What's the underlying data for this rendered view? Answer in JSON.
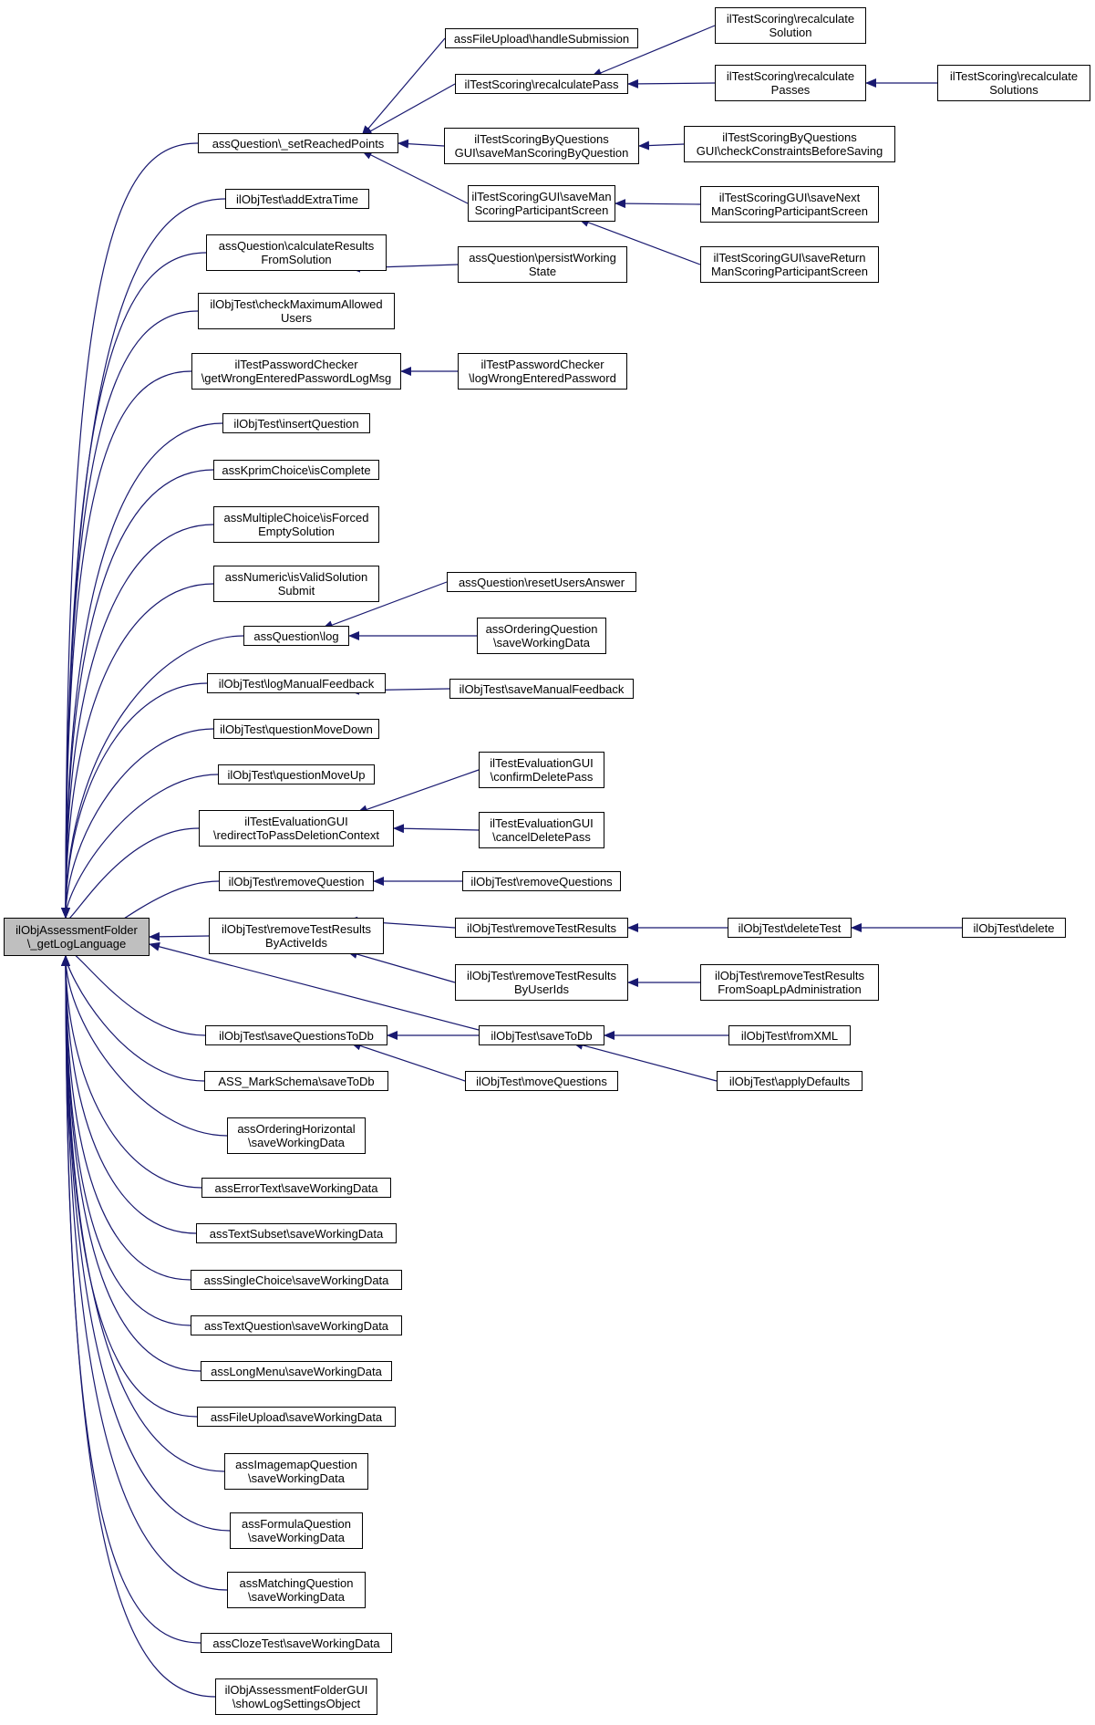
{
  "diagram": {
    "type": "call-graph",
    "edge_color": "#191970",
    "root_fill": "#bfbfbf",
    "nodes": [
      {
        "id": "root",
        "lines": [
          "ilObjAssessmentFolder",
          "\\_getLogLanguage"
        ],
        "root": true
      },
      {
        "id": "setReached",
        "lines": [
          "assQuestion\\_setReachedPoints"
        ]
      },
      {
        "id": "addExtraTime",
        "lines": [
          "ilObjTest\\addExtraTime"
        ]
      },
      {
        "id": "calcResults",
        "lines": [
          "assQuestion\\calculateResults",
          "FromSolution"
        ]
      },
      {
        "id": "checkMaxUsers",
        "lines": [
          "ilObjTest\\checkMaximumAllowed",
          "Users"
        ]
      },
      {
        "id": "getWrongPwd",
        "lines": [
          "ilTestPasswordChecker",
          "\\getWrongEnteredPasswordLogMsg"
        ]
      },
      {
        "id": "insertQuestion",
        "lines": [
          "ilObjTest\\insertQuestion"
        ]
      },
      {
        "id": "kprim",
        "lines": [
          "assKprimChoice\\isComplete"
        ]
      },
      {
        "id": "multiForced",
        "lines": [
          "assMultipleChoice\\isForced",
          "EmptySolution"
        ]
      },
      {
        "id": "numericValid",
        "lines": [
          "assNumeric\\isValidSolution",
          "Submit"
        ]
      },
      {
        "id": "qlog",
        "lines": [
          "assQuestion\\log"
        ]
      },
      {
        "id": "logManualFb",
        "lines": [
          "ilObjTest\\logManualFeedback"
        ]
      },
      {
        "id": "moveDown",
        "lines": [
          "ilObjTest\\questionMoveDown"
        ]
      },
      {
        "id": "moveUp",
        "lines": [
          "ilObjTest\\questionMoveUp"
        ]
      },
      {
        "id": "redirectPass",
        "lines": [
          "ilTestEvaluationGUI",
          "\\redirectToPassDeletionContext"
        ]
      },
      {
        "id": "removeQuestion",
        "lines": [
          "ilObjTest\\removeQuestion"
        ]
      },
      {
        "id": "removeTRByActive",
        "lines": [
          "ilObjTest\\removeTestResults",
          "ByActiveIds"
        ]
      },
      {
        "id": "saveQToDb",
        "lines": [
          "ilObjTest\\saveQuestionsToDb"
        ]
      },
      {
        "id": "markSchema",
        "lines": [
          "ASS_MarkSchema\\saveToDb"
        ]
      },
      {
        "id": "orderingH",
        "lines": [
          "assOrderingHorizontal",
          "\\saveWorkingData"
        ]
      },
      {
        "id": "errorText",
        "lines": [
          "assErrorText\\saveWorkingData"
        ]
      },
      {
        "id": "textSubset",
        "lines": [
          "assTextSubset\\saveWorkingData"
        ]
      },
      {
        "id": "singleChoice",
        "lines": [
          "assSingleChoice\\saveWorkingData"
        ]
      },
      {
        "id": "textQuestion",
        "lines": [
          "assTextQuestion\\saveWorkingData"
        ]
      },
      {
        "id": "longMenu",
        "lines": [
          "assLongMenu\\saveWorkingData"
        ]
      },
      {
        "id": "fileUploadSWD",
        "lines": [
          "assFileUpload\\saveWorkingData"
        ]
      },
      {
        "id": "imagemap",
        "lines": [
          "assImagemapQuestion",
          "\\saveWorkingData"
        ]
      },
      {
        "id": "formula",
        "lines": [
          "assFormulaQuestion",
          "\\saveWorkingData"
        ]
      },
      {
        "id": "matching",
        "lines": [
          "assMatchingQuestion",
          "\\saveWorkingData"
        ]
      },
      {
        "id": "cloze",
        "lines": [
          "assClozeTest\\saveWorkingData"
        ]
      },
      {
        "id": "showLogSettings",
        "lines": [
          "ilObjAssessmentFolderGUI",
          "\\showLogSettingsObject"
        ]
      },
      {
        "id": "fileUploadHS",
        "lines": [
          "assFileUpload\\handleSubmission"
        ]
      },
      {
        "id": "recalcPass",
        "lines": [
          "ilTestScoring\\recalculatePass"
        ]
      },
      {
        "id": "saveManByQ",
        "lines": [
          "ilTestScoringByQuestions",
          "GUI\\saveManScoringByQuestion"
        ]
      },
      {
        "id": "saveManPart",
        "lines": [
          "ilTestScoringGUI\\saveMan",
          "ScoringParticipantScreen"
        ]
      },
      {
        "id": "persistWorking",
        "lines": [
          "assQuestion\\persistWorking",
          "State"
        ]
      },
      {
        "id": "logWrongPwd",
        "lines": [
          "ilTestPasswordChecker",
          "\\logWrongEnteredPassword"
        ]
      },
      {
        "id": "resetUsersAnswer",
        "lines": [
          "assQuestion\\resetUsersAnswer"
        ]
      },
      {
        "id": "orderingQ",
        "lines": [
          "assOrderingQuestion",
          "\\saveWorkingData"
        ]
      },
      {
        "id": "saveManualFb",
        "lines": [
          "ilObjTest\\saveManualFeedback"
        ]
      },
      {
        "id": "confirmDelete",
        "lines": [
          "ilTestEvaluationGUI",
          "\\confirmDeletePass"
        ]
      },
      {
        "id": "cancelDelete",
        "lines": [
          "ilTestEvaluationGUI",
          "\\cancelDeletePass"
        ]
      },
      {
        "id": "removeQuestions",
        "lines": [
          "ilObjTest\\removeQuestions"
        ]
      },
      {
        "id": "removeTR",
        "lines": [
          "ilObjTest\\removeTestResults"
        ]
      },
      {
        "id": "removeTRByUser",
        "lines": [
          "ilObjTest\\removeTestResults",
          "ByUserIds"
        ]
      },
      {
        "id": "saveToDb",
        "lines": [
          "ilObjTest\\saveToDb"
        ]
      },
      {
        "id": "moveQuestions",
        "lines": [
          "ilObjTest\\moveQuestions"
        ]
      },
      {
        "id": "recalcSolution",
        "lines": [
          "ilTestScoring\\recalculate",
          "Solution"
        ]
      },
      {
        "id": "recalcPasses",
        "lines": [
          "ilTestScoring\\recalculate",
          "Passes"
        ]
      },
      {
        "id": "checkConstraints",
        "lines": [
          "ilTestScoringByQuestions",
          "GUI\\checkConstraintsBeforeSaving"
        ]
      },
      {
        "id": "saveNextMan",
        "lines": [
          "ilTestScoringGUI\\saveNext",
          "ManScoringParticipantScreen"
        ]
      },
      {
        "id": "saveReturnMan",
        "lines": [
          "ilTestScoringGUI\\saveReturn",
          "ManScoringParticipantScreen"
        ]
      },
      {
        "id": "deleteTest",
        "lines": [
          "ilObjTest\\deleteTest"
        ]
      },
      {
        "id": "removeTRSoap",
        "lines": [
          "ilObjTest\\removeTestResults",
          "FromSoapLpAdministration"
        ]
      },
      {
        "id": "fromXML",
        "lines": [
          "ilObjTest\\fromXML"
        ]
      },
      {
        "id": "applyDefaults",
        "lines": [
          "ilObjTest\\applyDefaults"
        ]
      },
      {
        "id": "recalcSolutions",
        "lines": [
          "ilTestScoring\\recalculate",
          "Solutions"
        ]
      },
      {
        "id": "objDelete",
        "lines": [
          "ilObjTest\\delete"
        ]
      }
    ],
    "edges": [
      [
        "setReached",
        "root"
      ],
      [
        "addExtraTime",
        "root"
      ],
      [
        "calcResults",
        "root"
      ],
      [
        "checkMaxUsers",
        "root"
      ],
      [
        "getWrongPwd",
        "root"
      ],
      [
        "insertQuestion",
        "root"
      ],
      [
        "kprim",
        "root"
      ],
      [
        "multiForced",
        "root"
      ],
      [
        "numericValid",
        "root"
      ],
      [
        "qlog",
        "root"
      ],
      [
        "logManualFb",
        "root"
      ],
      [
        "moveDown",
        "root"
      ],
      [
        "moveUp",
        "root"
      ],
      [
        "redirectPass",
        "root"
      ],
      [
        "removeQuestion",
        "root"
      ],
      [
        "removeTRByActive",
        "root"
      ],
      [
        "saveQToDb",
        "root"
      ],
      [
        "markSchema",
        "root"
      ],
      [
        "orderingH",
        "root"
      ],
      [
        "errorText",
        "root"
      ],
      [
        "textSubset",
        "root"
      ],
      [
        "singleChoice",
        "root"
      ],
      [
        "textQuestion",
        "root"
      ],
      [
        "longMenu",
        "root"
      ],
      [
        "fileUploadSWD",
        "root"
      ],
      [
        "imagemap",
        "root"
      ],
      [
        "formula",
        "root"
      ],
      [
        "matching",
        "root"
      ],
      [
        "cloze",
        "root"
      ],
      [
        "showLogSettings",
        "root"
      ],
      [
        "saveToDb",
        "root"
      ],
      [
        "fileUploadHS",
        "setReached"
      ],
      [
        "recalcPass",
        "setReached"
      ],
      [
        "saveManByQ",
        "setReached"
      ],
      [
        "saveManPart",
        "setReached"
      ],
      [
        "recalcSolution",
        "recalcPass"
      ],
      [
        "recalcPasses",
        "recalcPass"
      ],
      [
        "recalcSolutions",
        "recalcPasses"
      ],
      [
        "checkConstraints",
        "saveManByQ"
      ],
      [
        "saveNextMan",
        "saveManPart"
      ],
      [
        "saveReturnMan",
        "saveManPart"
      ],
      [
        "persistWorking",
        "calcResults"
      ],
      [
        "logWrongPwd",
        "getWrongPwd"
      ],
      [
        "resetUsersAnswer",
        "qlog"
      ],
      [
        "orderingQ",
        "qlog"
      ],
      [
        "saveManualFb",
        "logManualFb"
      ],
      [
        "confirmDelete",
        "redirectPass"
      ],
      [
        "cancelDelete",
        "redirectPass"
      ],
      [
        "removeQuestions",
        "removeQuestion"
      ],
      [
        "removeTR",
        "removeTRByActive"
      ],
      [
        "removeTRByUser",
        "removeTRByActive"
      ],
      [
        "deleteTest",
        "removeTR"
      ],
      [
        "objDelete",
        "deleteTest"
      ],
      [
        "removeTRSoap",
        "removeTRByUser"
      ],
      [
        "saveToDb",
        "saveQToDb"
      ],
      [
        "moveQuestions",
        "saveQToDb"
      ],
      [
        "fromXML",
        "saveToDb"
      ],
      [
        "applyDefaults",
        "saveToDb"
      ]
    ]
  }
}
